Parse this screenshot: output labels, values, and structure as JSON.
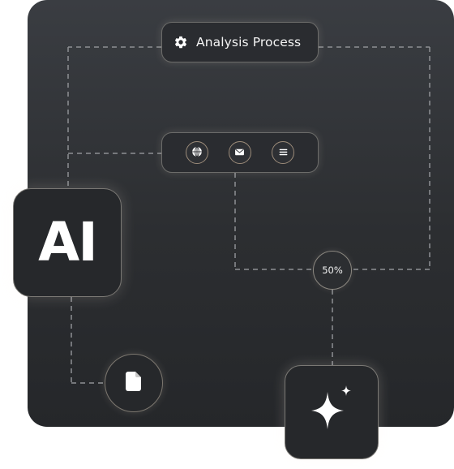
{
  "process": {
    "label": "Analysis Process",
    "icon": "gear-icon"
  },
  "channels": {
    "items": [
      {
        "name": "globe-icon"
      },
      {
        "name": "mail-icon"
      },
      {
        "name": "menu-icon"
      }
    ]
  },
  "ai_card": {
    "label": "AI"
  },
  "progress": {
    "label": "50%",
    "value": 0.5
  },
  "file": {
    "icon": "file-icon"
  },
  "output": {
    "icon": "sparkle-icon"
  },
  "colors": {
    "panel": "#2f3135",
    "card": "#26282b",
    "border": "#7a7874",
    "dashed_line": "#8e9094",
    "text": "#f3f3f3"
  }
}
